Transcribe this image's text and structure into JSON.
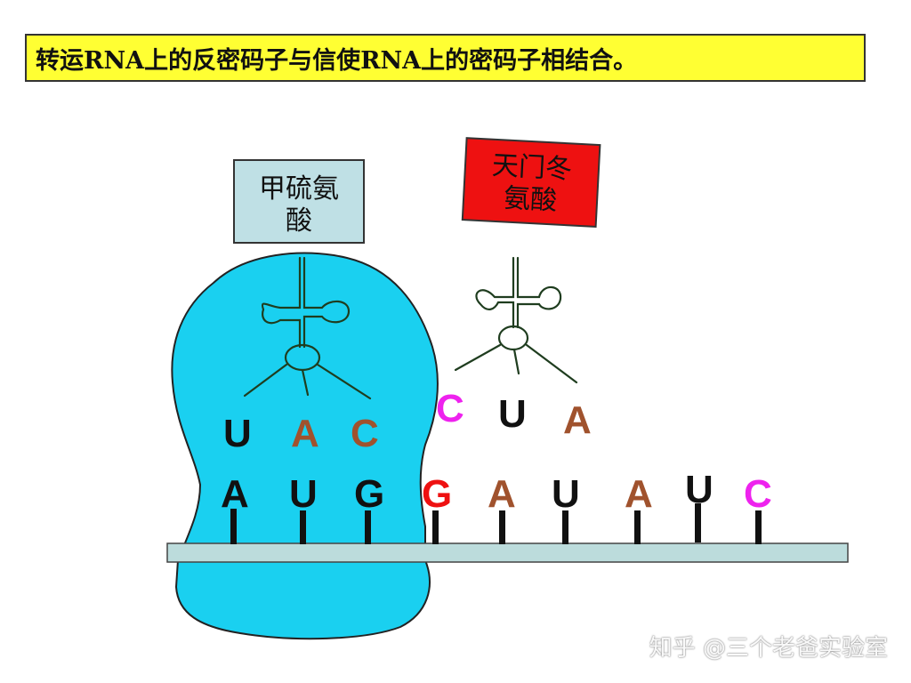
{
  "title": "转运RNA上的反密码子与信使RNA上的密码子相结合。",
  "amino_acids": {
    "left": {
      "line1": "甲硫氨",
      "line2": "酸",
      "fill": "#bfe0e5"
    },
    "right": {
      "line1": "天门冬",
      "line2": "氨酸",
      "fill": "#ee1111"
    }
  },
  "anticodons": {
    "left": [
      {
        "letter": "U",
        "color": "#111111"
      },
      {
        "letter": "A",
        "color": "#a0522d"
      },
      {
        "letter": "C",
        "color": "#a0522d"
      }
    ],
    "right": [
      {
        "letter": "C",
        "color": "#ee22ee"
      },
      {
        "letter": "U",
        "color": "#111111"
      },
      {
        "letter": "A",
        "color": "#a0522d"
      }
    ]
  },
  "mrna_bases": [
    {
      "letter": "A",
      "color": "#111111"
    },
    {
      "letter": "U",
      "color": "#111111"
    },
    {
      "letter": "G",
      "color": "#111111"
    },
    {
      "letter": "G",
      "color": "#ee1111"
    },
    {
      "letter": "A",
      "color": "#a0522d"
    },
    {
      "letter": "U",
      "color": "#111111"
    },
    {
      "letter": "A",
      "color": "#a0522d"
    },
    {
      "letter": "U",
      "color": "#111111"
    },
    {
      "letter": "C",
      "color": "#ee22ee"
    }
  ],
  "colors": {
    "ribosome": "#1ad0f0",
    "mrna_strand": "#bcdcdc",
    "trna_stroke": "#1f3d1f"
  },
  "watermark": "知乎 @三个老爸实验室"
}
